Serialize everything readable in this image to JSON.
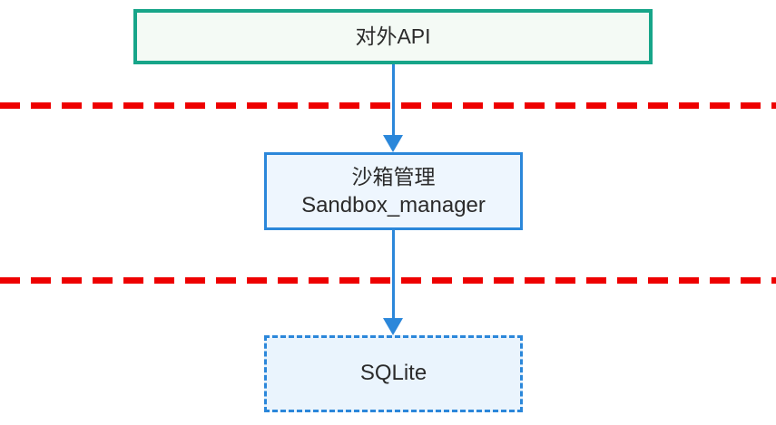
{
  "diagram": {
    "nodes": {
      "external_api": {
        "label": "对外API"
      },
      "sandbox_manager": {
        "label_zh": "沙箱管理",
        "label_en": "Sandbox_manager"
      },
      "sqlite": {
        "label": "SQLite"
      }
    },
    "arrows": [
      {
        "name": "api-to-sandbox-manager",
        "direction": "down"
      },
      {
        "name": "sandbox-manager-to-sqlite",
        "direction": "down"
      }
    ],
    "dividers": [
      {
        "name": "boundary-divider-top",
        "style": "red-dashed"
      },
      {
        "name": "boundary-divider-bottom",
        "style": "red-dashed"
      }
    ],
    "colors": {
      "teal_border": "#17a589",
      "teal_fill": "#f4faf5",
      "blue_border": "#2b87da",
      "blue_fill": "#eef6fe",
      "blue_fill_light": "#eaf4fd",
      "red_divider": "#ee0000",
      "arrow_blue": "#2b87da",
      "text_color": "#2b2b2b"
    }
  }
}
